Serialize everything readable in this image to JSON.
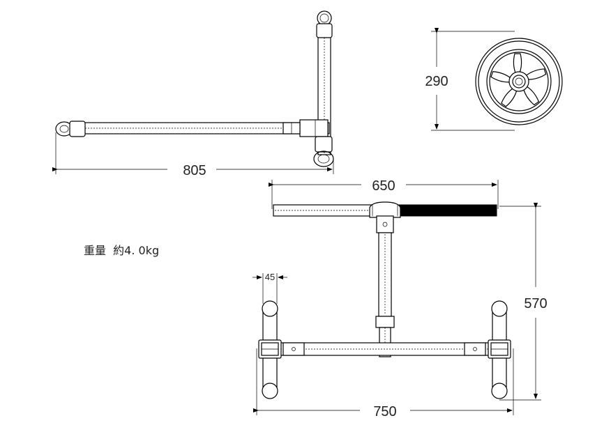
{
  "dimensions": {
    "side_length": "805",
    "wheel_diameter": "290",
    "handle_width": "650",
    "height": "570",
    "base_width": "750",
    "leg_width": "45"
  },
  "weight_label": "重量  約4. 0kg",
  "colors": {
    "line": "#000000",
    "grip": "#000000",
    "background": "#ffffff"
  }
}
